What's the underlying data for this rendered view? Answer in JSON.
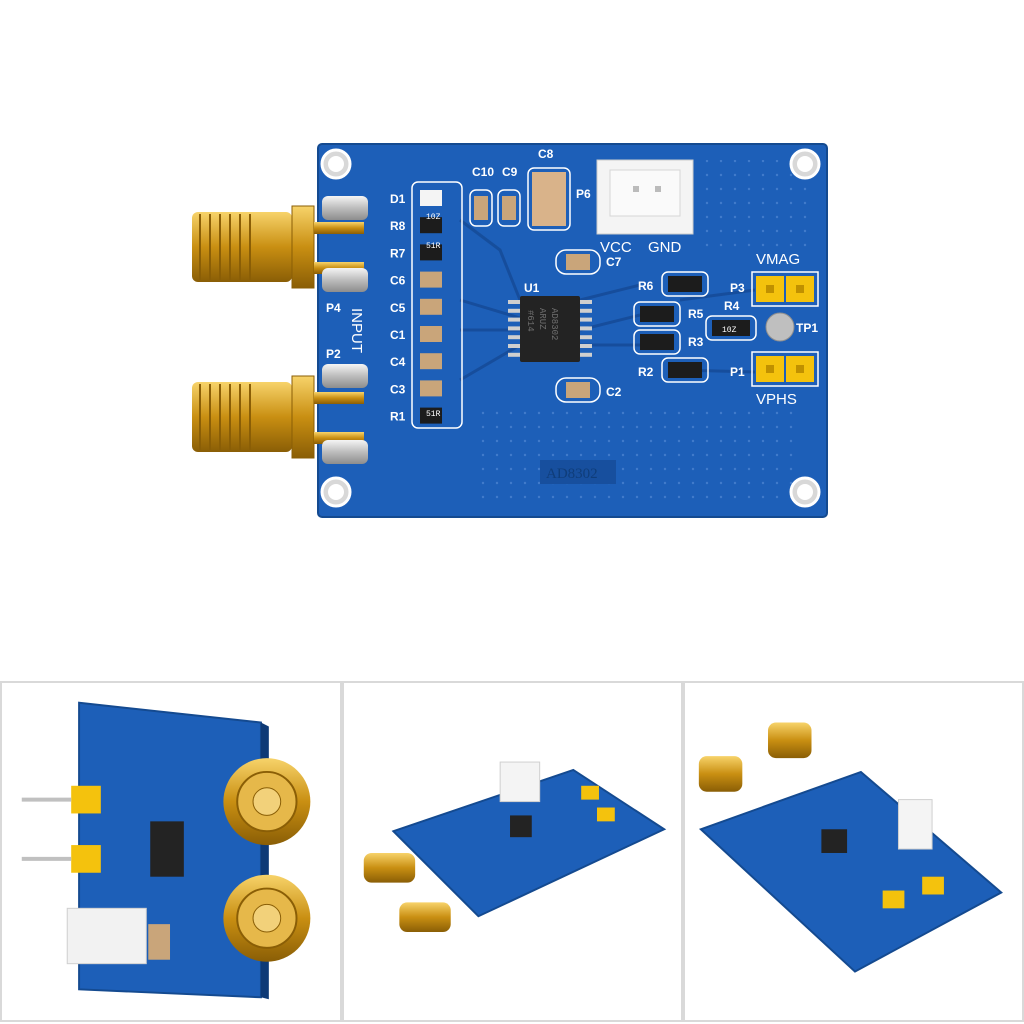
{
  "main": {
    "board_mark": "AD8302",
    "chip_marking": [
      "AD8302",
      "ARUZ",
      "#614"
    ],
    "header_labels": {
      "vcc": "VCC",
      "gnd": "GND"
    },
    "connector_labels": {
      "p6": "P6",
      "p4": "P4",
      "p2": "P2",
      "p1": "P1",
      "p3": "P3"
    },
    "signal_labels": {
      "vmag": "VMAG",
      "vphs": "VPHS",
      "input": "INPUT",
      "tp1": "TP1"
    },
    "ic_label": "U1",
    "left_components": [
      "D1",
      "R8",
      "R7",
      "C6",
      "C5",
      "C1",
      "C4",
      "C3",
      "R1"
    ],
    "top_caps": [
      "C10",
      "C9",
      "C8"
    ],
    "center_caps": [
      "C7",
      "C2"
    ],
    "right_resistors": [
      "R6",
      "R5",
      "R4",
      "R3",
      "R2"
    ],
    "resistor_codes": {
      "r8": "10Z",
      "r7": "51R",
      "r1": "51R",
      "r4": "10Z"
    }
  },
  "colors": {
    "pcb": "#1d5fb8",
    "pcb_dark": "#164c99",
    "gold": "#d9a520",
    "header_yellow": "#f4c20d",
    "connector_white": "#f2f2f2"
  }
}
